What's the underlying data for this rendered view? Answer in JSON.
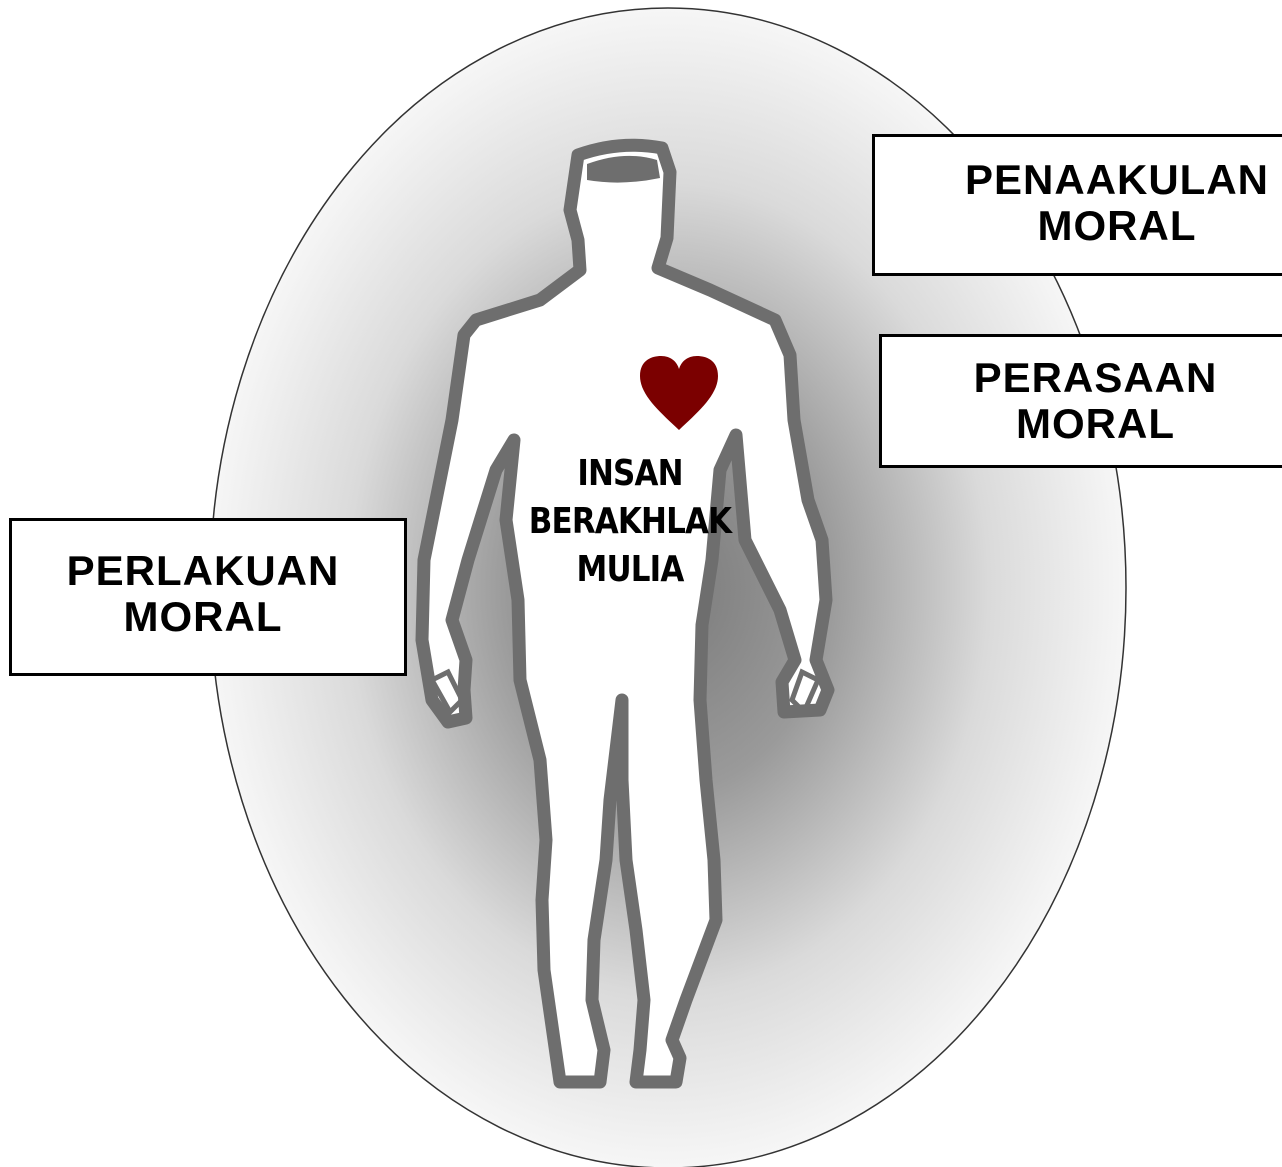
{
  "colors": {
    "background": "#ffffff",
    "aura_center": "#7a7a7a",
    "aura_edge": "#f6f6f6",
    "body_fill": "#ffffff",
    "body_outline": "#6e6e6e",
    "heart": "#7b0000",
    "text": "#000000"
  },
  "icons": {
    "figure": "human-silhouette-icon",
    "heart": "heart-icon"
  },
  "center_label": {
    "line1": "INSAN",
    "line2": "BERAKHLAK",
    "line3": "MULIA"
  },
  "boxes": {
    "penaakulan": {
      "line1": "PENAAKULAN",
      "line2": "MORAL"
    },
    "perasaan": {
      "line1": "PERASAAN",
      "line2": "MORAL"
    },
    "perlakuan": {
      "line1": "PERLAKUAN",
      "line2": "MORAL"
    }
  }
}
